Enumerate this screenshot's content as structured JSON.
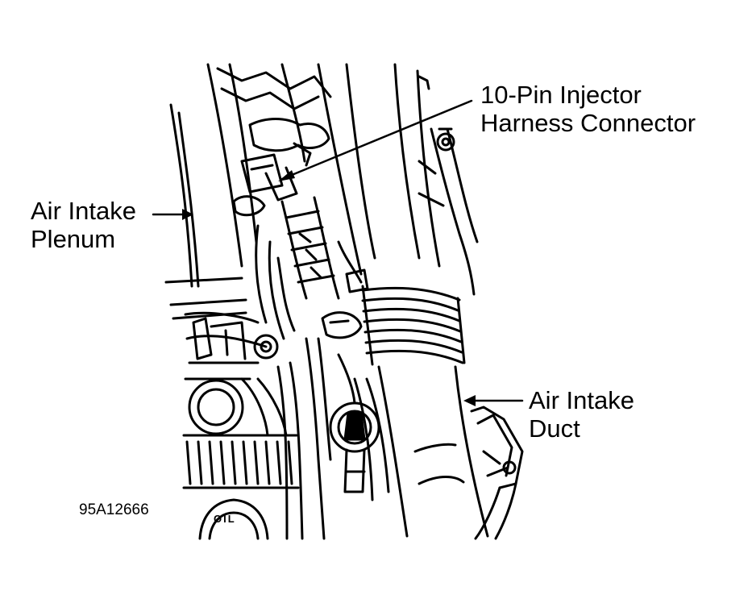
{
  "labels": {
    "injector_connector": [
      "10-Pin Injector",
      "Harness Connector"
    ],
    "intake_plenum": [
      "Air Intake",
      "Plenum"
    ],
    "intake_duct": [
      "Air Intake",
      "Duct"
    ]
  },
  "figure_code": "95A12666",
  "oil_cap_text": "OIL",
  "colors": {
    "ink": "#000000",
    "paper": "#ffffff"
  }
}
